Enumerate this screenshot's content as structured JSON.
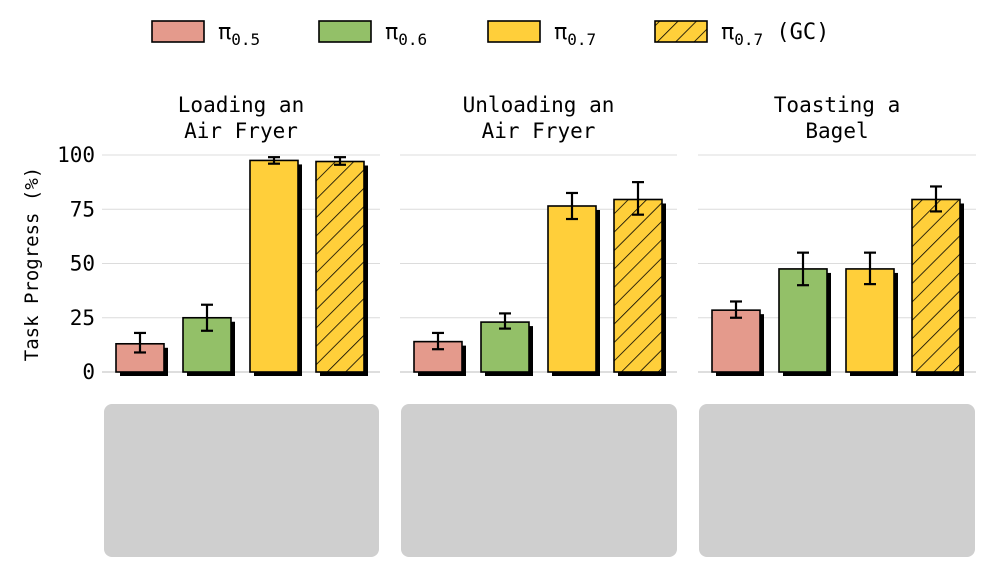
{
  "chart_data": {
    "type": "bar",
    "ylabel": "Task Progress (%)",
    "ylim": [
      0,
      100
    ],
    "yticks": [
      0,
      25,
      50,
      75,
      100
    ],
    "grid": true,
    "legend_position": "top",
    "legend": [
      {
        "base": "π",
        "sub": "0.5",
        "suffix": "",
        "color": "#E49A8C",
        "hatch": false
      },
      {
        "base": "π",
        "sub": "0.6",
        "suffix": "",
        "color": "#93C068",
        "hatch": false
      },
      {
        "base": "π",
        "sub": "0.7",
        "suffix": "",
        "color": "#FFCF3A",
        "hatch": false
      },
      {
        "base": "π",
        "sub": "0.7",
        "suffix": " (GC)",
        "color": "#FFCF3A",
        "hatch": true
      }
    ],
    "panels": [
      {
        "title_lines": [
          "Loading an",
          "Air Fryer"
        ],
        "values": [
          13,
          25,
          97.5,
          97
        ],
        "errors": [
          [
            9,
            18
          ],
          [
            19,
            31
          ],
          [
            96,
            99
          ],
          [
            95.5,
            99
          ]
        ]
      },
      {
        "title_lines": [
          "Unloading an",
          "Air Fryer"
        ],
        "values": [
          14,
          23,
          76.5,
          79.5
        ],
        "errors": [
          [
            10.5,
            18
          ],
          [
            20,
            27
          ],
          [
            70.5,
            82.5
          ],
          [
            72.5,
            87.5
          ]
        ]
      },
      {
        "title_lines": [
          "Toasting a",
          "Bagel"
        ],
        "values": [
          28.5,
          47.5,
          47.5,
          79.5
        ],
        "errors": [
          [
            25,
            32.5
          ],
          [
            40,
            55
          ],
          [
            40.5,
            55
          ],
          [
            74,
            85.5
          ]
        ]
      }
    ]
  }
}
